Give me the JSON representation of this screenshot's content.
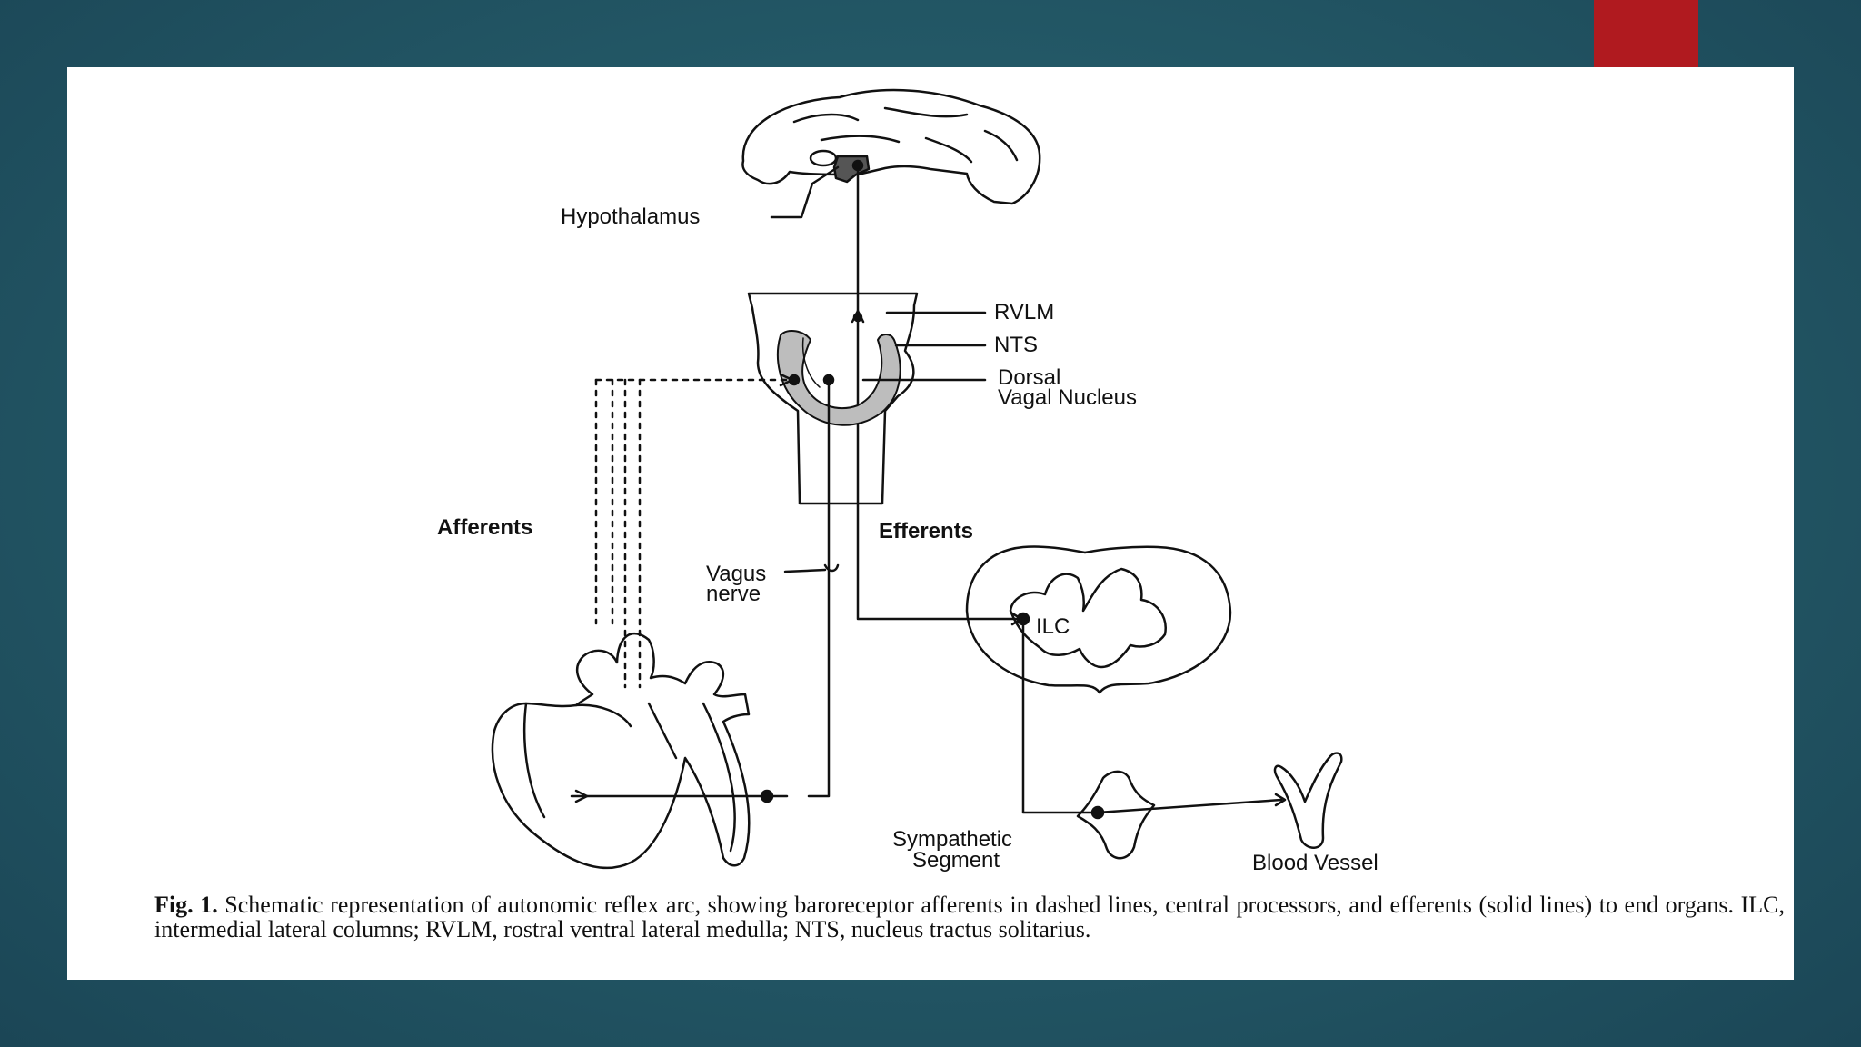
{
  "colors": {
    "background": "#245a68",
    "accent": "#b01a1f",
    "panel": "#ffffff",
    "ink": "#111111",
    "nucleus_fill": "#bdbdbd"
  },
  "diagram": {
    "labels": {
      "hypothalamus": "Hypothalamus",
      "rvlm": "RVLM",
      "nts": "NTS",
      "dorsal_line1": "Dorsal",
      "dorsal_line2": "Vagal Nucleus",
      "afferents": "Afferents",
      "efferents": "Efferents",
      "vagus_line1": "Vagus",
      "vagus_line2": "nerve",
      "ilc": "ILC",
      "sympathetic_line1": "Sympathetic",
      "sympathetic_line2": "Segment",
      "blood_vessel": "Blood Vessel"
    },
    "icons": [
      "brain-icon",
      "brainstem-icon",
      "heart-icon",
      "spinal-cord-icon",
      "ganglion-icon",
      "blood-vessel-icon"
    ]
  },
  "caption": {
    "fig_label": "Fig. 1.",
    "text": "Schematic representation of autonomic reflex arc, showing baroreceptor afferents in dashed lines, central processors, and efferents (solid lines) to end organs. ILC, intermedial lateral columns; RVLM, rostral ventral lateral medulla; NTS, nucleus tractus solitarius."
  }
}
